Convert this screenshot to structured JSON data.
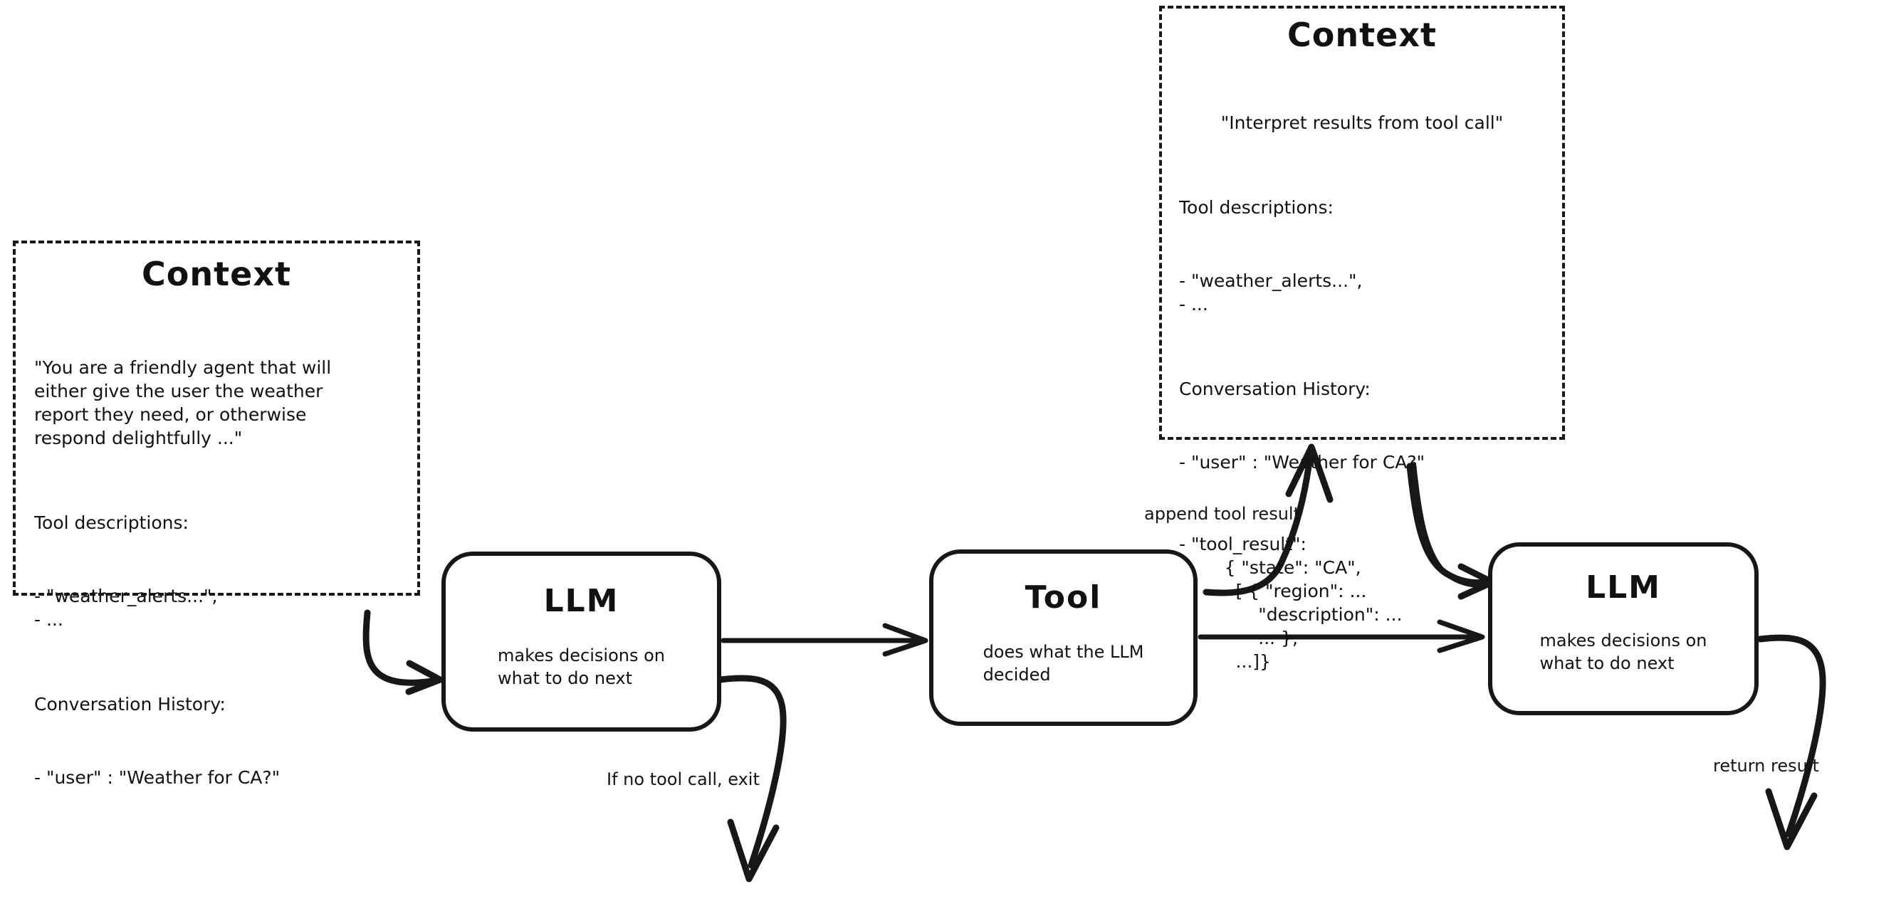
{
  "diagram": {
    "title": "Agent loop with tool calling",
    "background": "#ffffff",
    "ink": "#171717"
  },
  "context_left": {
    "title": "Context",
    "system_prompt": "\"You are a friendly agent that will\neither give the user the weather\nreport they need, or otherwise\nrespond delightfully ...\"",
    "tool_descriptions_header": "Tool descriptions:",
    "tool_descriptions_items": "- \"weather_alerts...\",\n- ...",
    "conversation_header": "Conversation History:",
    "conversation_items": "- \"user\" : \"Weather for CA?\""
  },
  "context_right": {
    "title": "Context",
    "system_prompt": "\"Interpret results from tool call\"",
    "tool_descriptions_header": "Tool descriptions:",
    "tool_descriptions_items": "- \"weather_alerts...\",\n- ...",
    "conversation_header": "Conversation History:",
    "conversation_user": "- \"user\" : \"Weather for CA?\"",
    "conversation_tool_result": "- \"tool_result\":\n        { \"state\": \"CA\",\n          [ { \"region\": ...\n              \"description\": ...\n              ... },\n          ...]}"
  },
  "nodes": {
    "llm_first": {
      "title": "LLM",
      "subtitle": "makes decisions on\nwhat to do next"
    },
    "tool": {
      "title": "Tool",
      "subtitle": "does what the LLM\ndecided"
    },
    "llm_second": {
      "title": "LLM",
      "subtitle": "makes decisions on\nwhat to do next"
    }
  },
  "edges": {
    "context_to_llm": "",
    "llm_to_tool": "",
    "llm_exit": "If no tool call, exit",
    "tool_to_context": "append tool result",
    "context_to_llm2": "",
    "tool_to_llm2": "",
    "llm2_return": "return result"
  }
}
